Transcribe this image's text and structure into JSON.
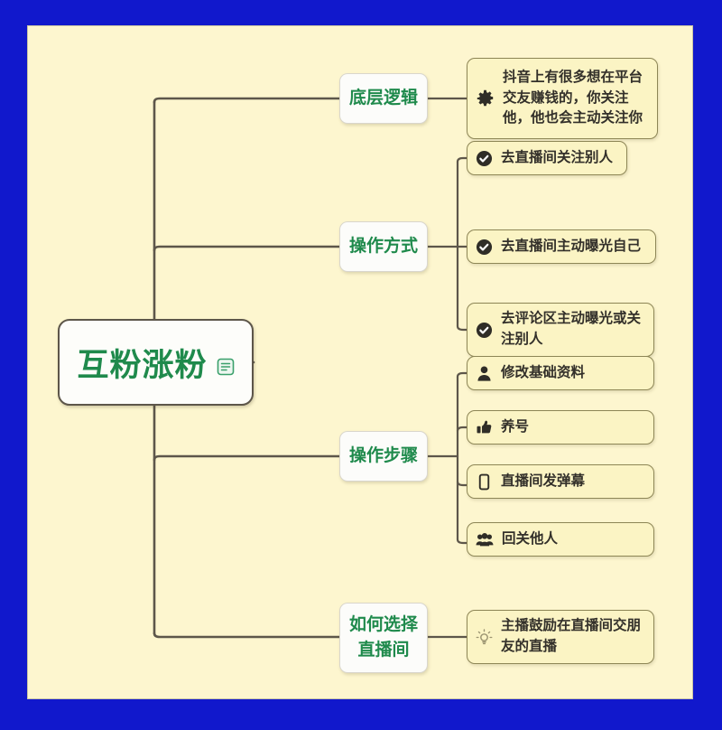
{
  "page": {
    "background_color": "#1118cc",
    "canvas_color": "#fdf6cf",
    "accent_green": "#1f8a4c",
    "connector_color": "#5d564a",
    "leaf_border_color": "#8d8656",
    "leaf_fill_color": "#fbf4c4"
  },
  "mindmap": {
    "root": {
      "label": "互粉涨粉",
      "note_icon": "note-icon"
    },
    "branches": [
      {
        "label": "底层逻辑",
        "children": [
          {
            "icon": "gear-icon",
            "text": "抖音上有很多想在平台\n交友赚钱的，你关注\n他，他也会主动关注你"
          }
        ]
      },
      {
        "label": "操作方式",
        "children": [
          {
            "icon": "check-circle-icon",
            "text": "去直播间关注别人"
          },
          {
            "icon": "check-circle-icon",
            "text": "去直播间主动曝光自己"
          },
          {
            "icon": "check-circle-icon",
            "text": "去评论区主动曝光或关\n注别人"
          }
        ]
      },
      {
        "label": "操作步骤",
        "children": [
          {
            "icon": "person-icon",
            "text": "修改基础资料"
          },
          {
            "icon": "thumbs-up-icon",
            "text": "养号"
          },
          {
            "icon": "phone-icon",
            "text": "直播间发弹幕"
          },
          {
            "icon": "group-icon",
            "text": "回关他人"
          }
        ]
      },
      {
        "label": "如何选择\n直播间",
        "children": [
          {
            "icon": "lightbulb-icon",
            "text": "主播鼓励在直播间交朋\n友的直播"
          }
        ]
      }
    ]
  }
}
